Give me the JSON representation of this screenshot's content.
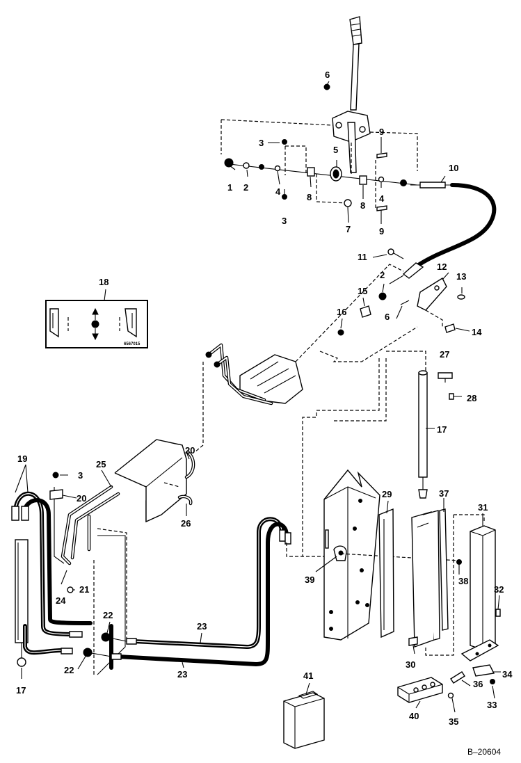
{
  "diagram_id": "B–20604",
  "decal_code": "6567015",
  "callouts": {
    "c1": "1",
    "c2a": "2",
    "c2b": "2",
    "c3a": "3",
    "c3b": "3",
    "c3c": "3",
    "c4a": "4",
    "c4b": "4",
    "c5": "5",
    "c6a": "6",
    "c6b": "6",
    "c7": "7",
    "c8a": "8",
    "c8b": "8",
    "c9a": "9",
    "c9b": "9",
    "c10": "10",
    "c11": "11",
    "c12": "12",
    "c13": "13",
    "c14": "14",
    "c15": "15",
    "c16": "16",
    "c17a": "17",
    "c17b": "17",
    "c18": "18",
    "c19": "19",
    "c20a": "20",
    "c20b": "20",
    "c21": "21",
    "c22a": "22",
    "c22b": "22",
    "c23a": "23",
    "c23b": "23",
    "c24": "24",
    "c25": "25",
    "c26": "26",
    "c27": "27",
    "c28": "28",
    "c29": "29",
    "c30": "30",
    "c31": "31",
    "c32": "32",
    "c33": "33",
    "c34": "34",
    "c35": "35",
    "c36": "36",
    "c37": "37",
    "c38": "38",
    "c39": "39",
    "c40": "40",
    "c41": "41"
  }
}
